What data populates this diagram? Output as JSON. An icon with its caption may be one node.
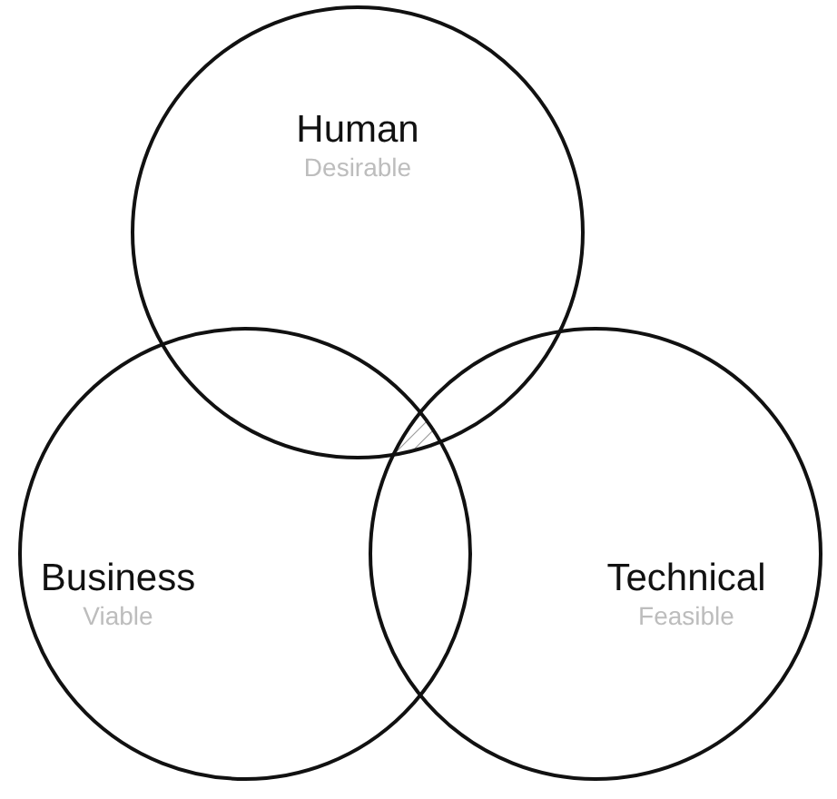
{
  "diagram": {
    "nodes": [
      {
        "text": [
          "Human",
          "Desirable"
        ]
      },
      {
        "text": [
          "Business",
          "Viable"
        ]
      },
      {
        "text": [
          "Technical",
          "Feasible"
        ]
      }
    ]
  }
}
